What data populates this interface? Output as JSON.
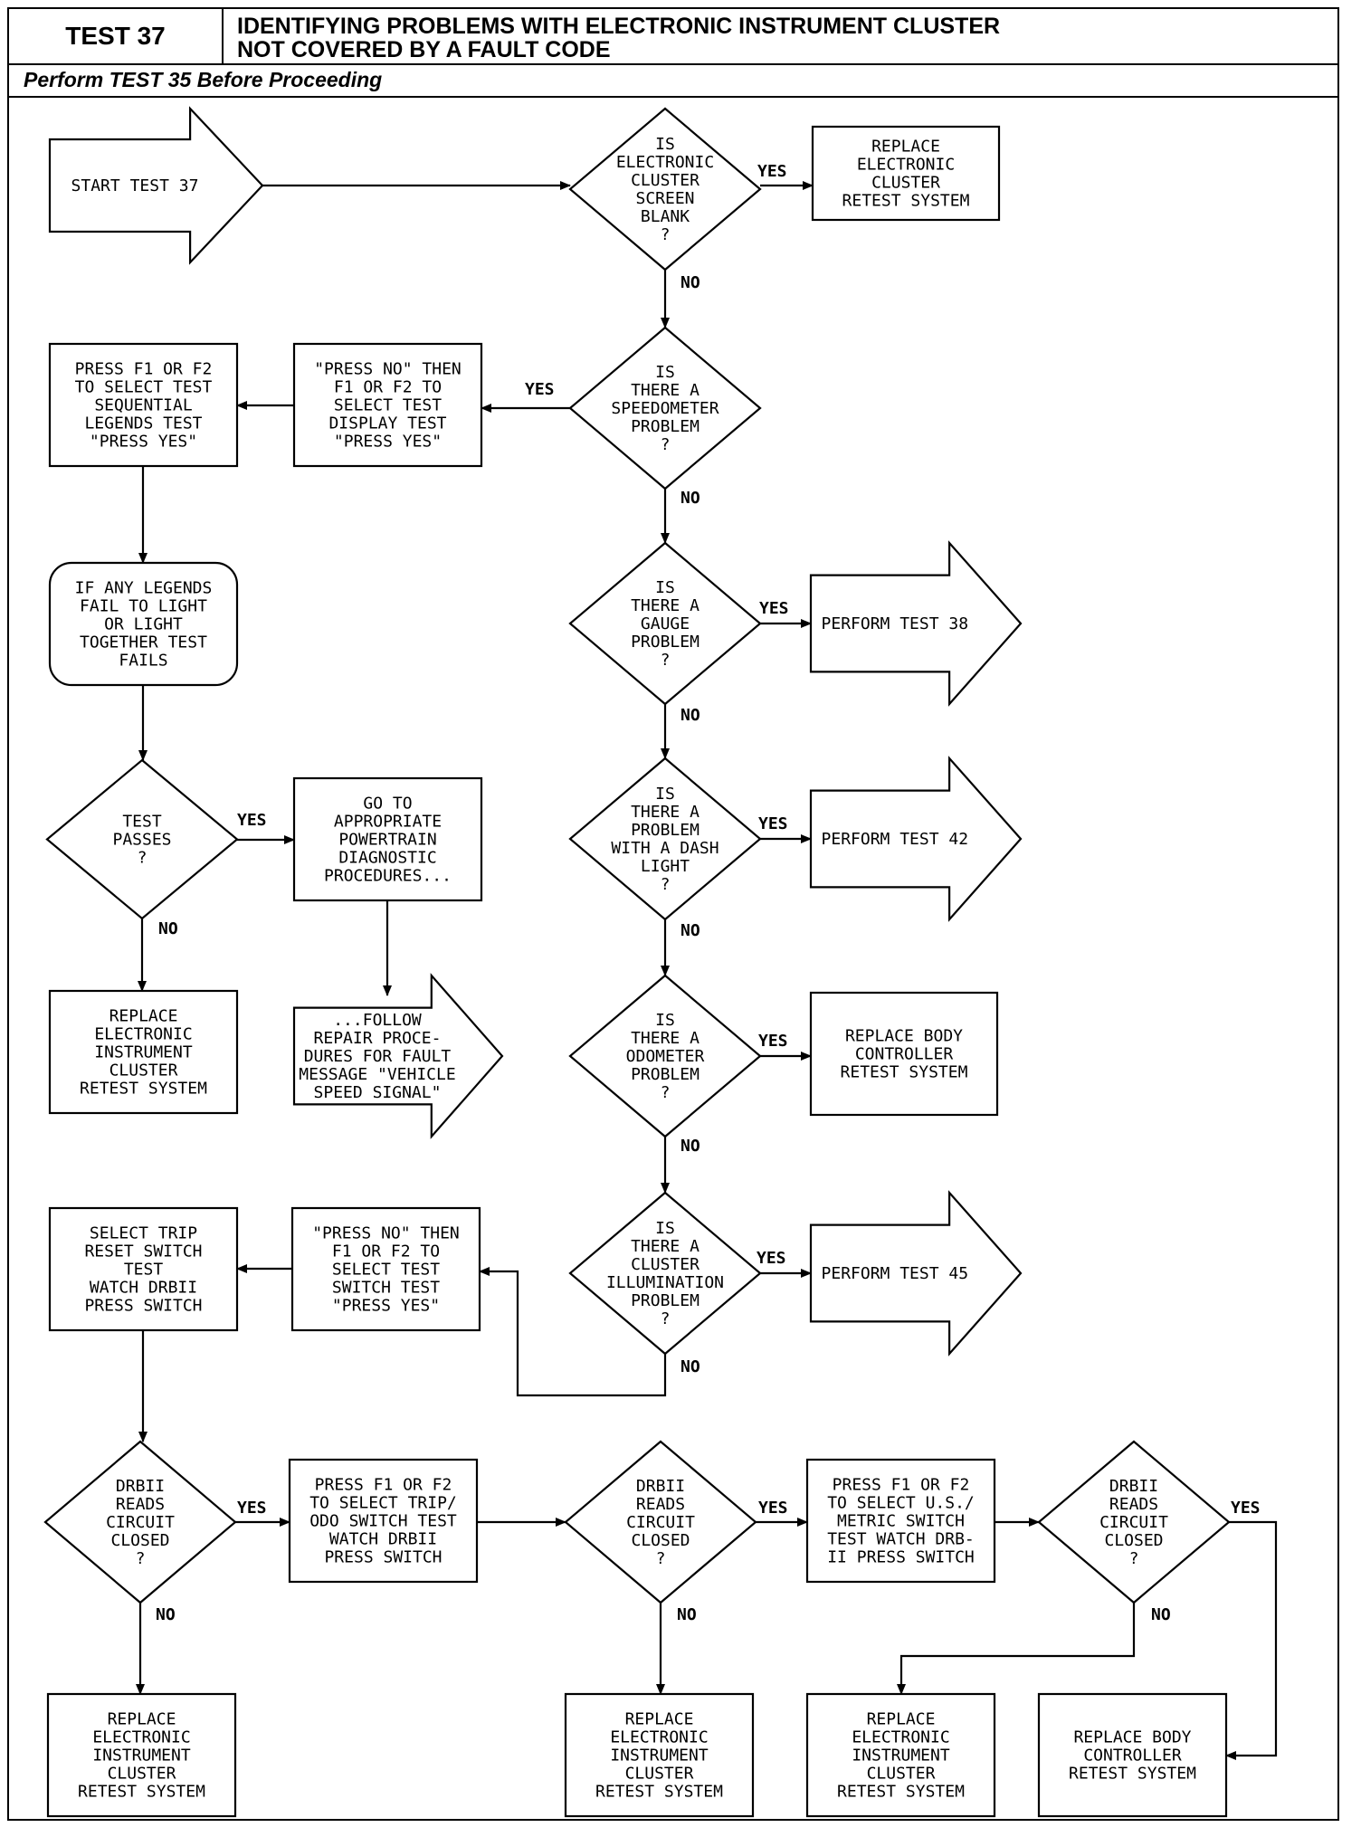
{
  "header": {
    "test_number": "TEST 37",
    "title": "IDENTIFYING PROBLEMS WITH ELECTRONIC INSTRUMENT CLUSTER\nNOT COVERED BY A FAULT CODE",
    "subtitle": "Perform TEST 35 Before Proceeding"
  },
  "labels": {
    "yes": "YES",
    "no": "NO"
  },
  "nodes": {
    "start": "START TEST 37",
    "q_blank": "IS\nELECTRONIC\nCLUSTER\nSCREEN\nBLANK\n?",
    "replace_cluster_top": "REPLACE\nELECTRONIC\nCLUSTER\nRETEST SYSTEM",
    "q_speedo": "IS\nTHERE A\nSPEEDOMETER\nPROBLEM\n?",
    "press_no_display": "\"PRESS NO\" THEN\nF1 OR F2 TO\nSELECT TEST\nDISPLAY TEST\n\"PRESS YES\"",
    "press_f1_legends": "PRESS F1 OR F2\nTO SELECT TEST\nSEQUENTIAL\nLEGENDS TEST\n\"PRESS YES\"",
    "legends_fail": "IF ANY LEGENDS\nFAIL TO LIGHT\nOR LIGHT\nTOGETHER TEST\nFAILS",
    "q_test_passes": "TEST\nPASSES\n?",
    "go_powertrain": "GO TO\nAPPROPRIATE\nPOWERTRAIN\nDIAGNOSTIC\nPROCEDURES...",
    "replace_eic_left": "REPLACE\nELECTRONIC\nINSTRUMENT\nCLUSTER\nRETEST SYSTEM",
    "follow_repair": "...FOLLOW\nREPAIR PROCE-\nDURES FOR FAULT\nMESSAGE \"VEHICLE\nSPEED SIGNAL\"",
    "q_gauge": "IS\nTHERE A\nGAUGE\nPROBLEM\n?",
    "test38": "PERFORM TEST 38",
    "q_dash": "IS\nTHERE A\nPROBLEM\nWITH A DASH\nLIGHT\n?",
    "test42": "PERFORM TEST 42",
    "q_odo": "IS\nTHERE A\nODOMETER\nPROBLEM\n?",
    "replace_body_mid": "REPLACE BODY\nCONTROLLER\nRETEST SYSTEM",
    "q_illum": "IS\nTHERE A\nCLUSTER\nILLUMINATION\nPROBLEM\n?",
    "test45": "PERFORM TEST 45",
    "press_no_switch": "\"PRESS NO\" THEN\nF1 OR F2 TO\nSELECT TEST\nSWITCH TEST\n\"PRESS YES\"",
    "select_trip": "SELECT TRIP\nRESET SWITCH\nTEST\nWATCH DRBII\nPRESS SWITCH",
    "q_drb1": "DRBII\nREADS\nCIRCUIT\nCLOSED\n?",
    "press_f1_odo": "PRESS F1 OR F2\nTO SELECT TRIP/\nODO SWITCH TEST\nWATCH DRBII\nPRESS SWITCH",
    "q_drb2": "DRBII\nREADS\nCIRCUIT\nCLOSED\n?",
    "press_f1_metric": "PRESS F1 OR F2\nTO SELECT U.S./\nMETRIC SWITCH\nTEST WATCH DRB-\nII PRESS SWITCH",
    "q_drb3": "DRBII\nREADS\nCIRCUIT\nCLOSED\n?",
    "replace_eic_b1": "REPLACE\nELECTRONIC\nINSTRUMENT\nCLUSTER\nRETEST SYSTEM",
    "replace_eic_b2": "REPLACE\nELECTRONIC\nINSTRUMENT\nCLUSTER\nRETEST SYSTEM",
    "replace_eic_b3": "REPLACE\nELECTRONIC\nINSTRUMENT\nCLUSTER\nRETEST SYSTEM",
    "replace_body_bottom": "REPLACE BODY\nCONTROLLER\nRETEST SYSTEM"
  }
}
